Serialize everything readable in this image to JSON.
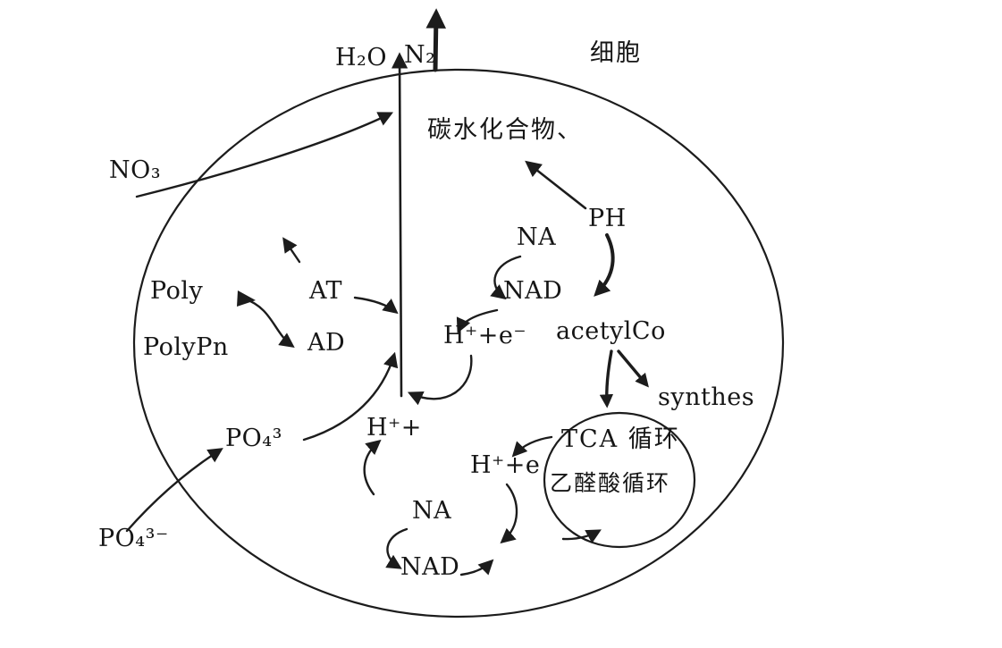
{
  "figure": {
    "title": "cell-metabolism-diagram",
    "ink_color": "#1c1c1c",
    "background_color": "#ffffff",
    "labels": {
      "h2o": "H₂O",
      "n2": "N₂",
      "cell": "细胞",
      "carbohydrate": "碳水化合物、",
      "no3": "NO₃",
      "ph": "PH",
      "na_top": "NA",
      "nad_top": "NAD",
      "h_e_top": "H⁺+e⁻",
      "acetyl_co": "acetylCo",
      "synthes": "synthes",
      "poly": "Poly",
      "polypn": "PolyPn",
      "at": "AT",
      "ad": "AD",
      "po4_inner": "PO₄³",
      "po4_outer": "PO₄³⁻",
      "h_plus": "H⁺+",
      "h_e_bottom": "H⁺+e",
      "tca_cycle": "TCA 循环",
      "glyoxylate_cycle": "乙醛酸循环",
      "na_bottom": "NA",
      "nad_bottom": "NAD"
    }
  }
}
